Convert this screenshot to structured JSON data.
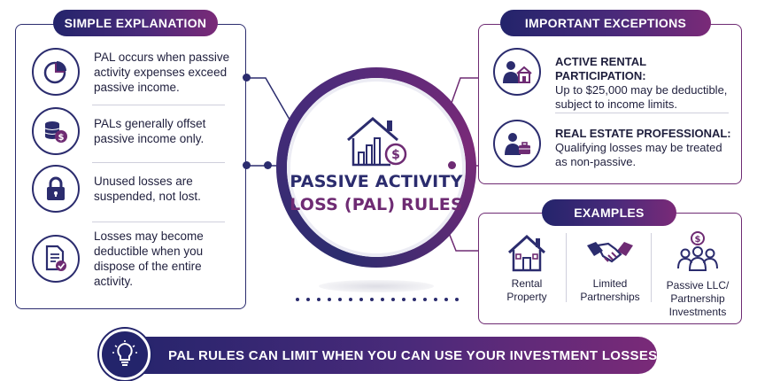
{
  "colors": {
    "navy": "#2b2c6e",
    "purple": "#6e2b73",
    "light_border": "#cfcfdc"
  },
  "left": {
    "header": "SIMPLE EXPLANATION",
    "items": [
      {
        "icon": "pie-chart-icon",
        "text": "PAL occurs when passive activity expenses exceed passive income."
      },
      {
        "icon": "coins-dollar-icon",
        "text": "PALs generally offset passive income only."
      },
      {
        "icon": "lock-icon",
        "text": "Unused losses are suspended, not lost."
      },
      {
        "icon": "document-check-icon",
        "text": "Losses may become deductible when you dispose of the entire activity."
      }
    ]
  },
  "center": {
    "icon": "house-chart-dollar-icon",
    "title_line1": "PASSIVE ACTIVITY",
    "title_line2": "LOSS (PAL) RULES"
  },
  "right_top": {
    "header": "IMPORTANT EXCEPTIONS",
    "items": [
      {
        "icon": "person-house-icon",
        "title": "ACTIVE RENTAL PARTICIPATION:",
        "body": "Up to $25,000 may be deductible, subject to income limits."
      },
      {
        "icon": "person-briefcase-icon",
        "title": "REAL ESTATE PROFESSIONAL:",
        "body": "Qualifying losses may be treated as non-passive."
      }
    ]
  },
  "examples": {
    "header": "EXAMPLES",
    "items": [
      {
        "icon": "house-icon",
        "label": "Rental Property"
      },
      {
        "icon": "handshake-icon",
        "label": "Limited Partnerships"
      },
      {
        "icon": "group-dollar-icon",
        "label": "Passive LLC/ Partnership Investments"
      }
    ]
  },
  "banner": {
    "icon": "lightbulb-icon",
    "text": "PAL RULES CAN LIMIT WHEN YOU CAN USE YOUR INVESTMENT LOSSES."
  }
}
